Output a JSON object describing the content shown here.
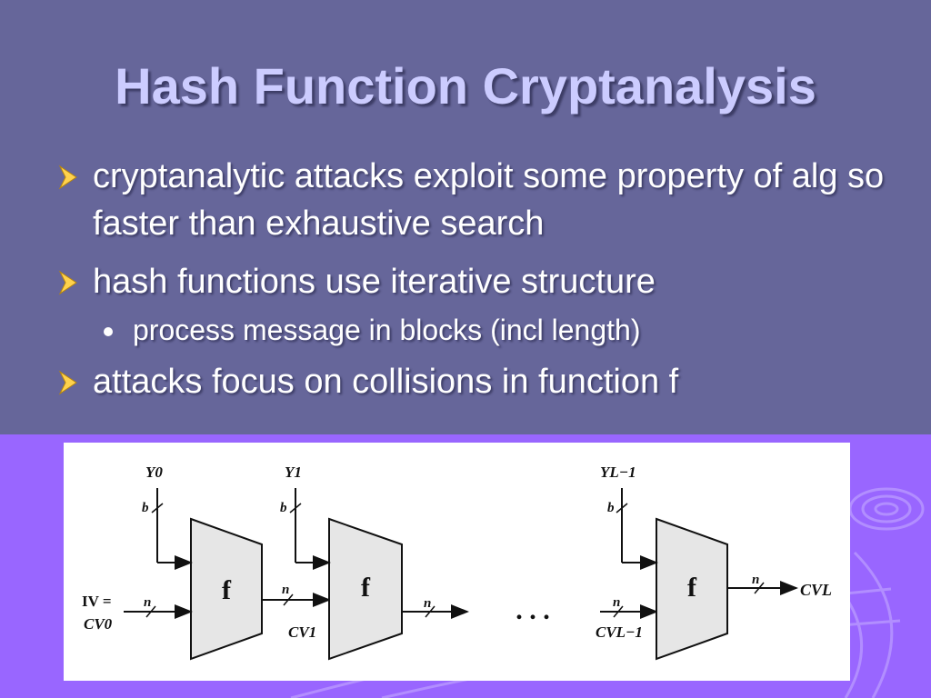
{
  "slide": {
    "title": "Hash Function Cryptanalysis",
    "bullets": [
      "cryptanalytic attacks exploit some property of alg so faster than exhaustive search",
      "hash functions use iterative structure",
      "attacks focus on collisions in function f"
    ],
    "sub_bullets": [
      "process message in blocks (incl length)"
    ]
  },
  "diagram": {
    "blocks": [
      {
        "input": "Y0",
        "function": "f",
        "width_label": "b"
      },
      {
        "input": "Y1",
        "function": "f",
        "width_label": "b"
      },
      {
        "input": "YL−1",
        "function": "f",
        "width_label": "b"
      }
    ],
    "chain_width_label": "n",
    "iv_label": "IV =",
    "cv_labels": [
      "CV0",
      "CV1",
      "CVL−1",
      "CVL"
    ],
    "ellipsis": ". . ."
  },
  "colors": {
    "background_top": "#66669a",
    "background_bottom": "#9966ff",
    "title": "#ccccff",
    "text": "#ffffff",
    "arrow_bullet": "#ffd24d",
    "block_fill": "#e6e6e6"
  }
}
